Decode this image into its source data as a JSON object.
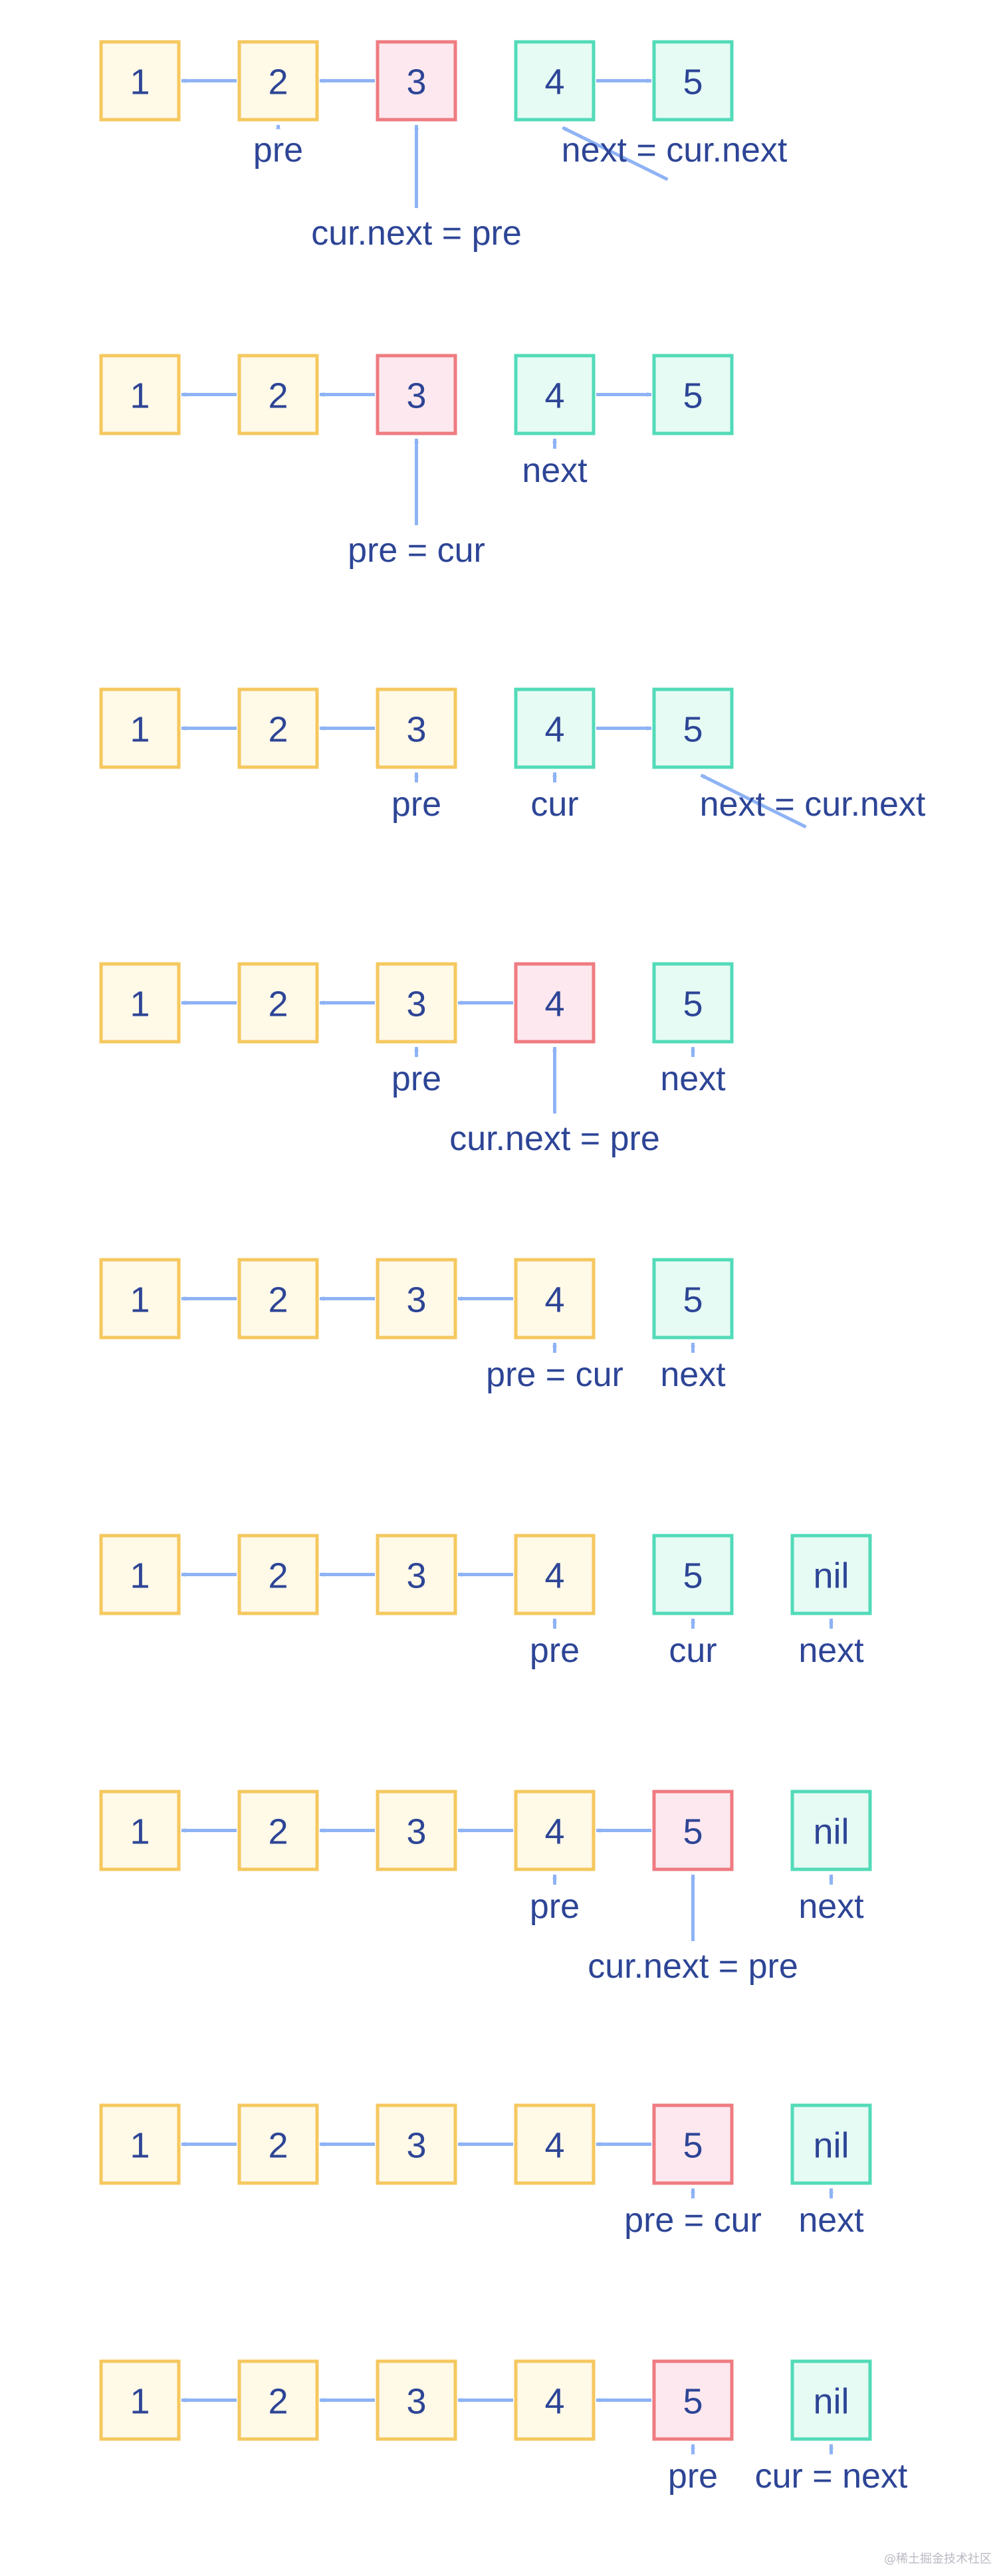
{
  "colors": {
    "arrow": "#8eb3f5",
    "text": "#2d4596",
    "normal": {
      "fill": "#fff9e8",
      "stroke": "#f5c85f"
    },
    "current": {
      "fill": "#fde8ef",
      "stroke": "#ee7b80"
    },
    "ahead": {
      "fill": "#e6fbf4",
      "stroke": "#52dbb8"
    }
  },
  "watermark": "@稀土掘金技术社区",
  "steps": [
    {
      "nodes": [
        {
          "label": "1",
          "kind": "normal"
        },
        {
          "label": "2",
          "kind": "normal"
        },
        {
          "label": "3",
          "kind": "current"
        },
        {
          "label": "4",
          "kind": "ahead"
        },
        {
          "label": "5",
          "kind": "ahead"
        }
      ],
      "links": [
        {
          "from": 1,
          "to": 0
        },
        {
          "from": 2,
          "to": 1
        },
        {
          "from": 3,
          "to": 4
        }
      ],
      "labels": [
        {
          "text": "pre",
          "node": 1
        },
        {
          "text": "cur.next = pre",
          "node": 2,
          "low": true
        },
        {
          "text": "next = cur.next",
          "node": 3,
          "slant": true
        }
      ]
    },
    {
      "nodes": [
        {
          "label": "1",
          "kind": "normal"
        },
        {
          "label": "2",
          "kind": "normal"
        },
        {
          "label": "3",
          "kind": "current"
        },
        {
          "label": "4",
          "kind": "ahead"
        },
        {
          "label": "5",
          "kind": "ahead"
        }
      ],
      "links": [
        {
          "from": 1,
          "to": 0
        },
        {
          "from": 2,
          "to": 1
        },
        {
          "from": 3,
          "to": 4
        }
      ],
      "labels": [
        {
          "text": "next",
          "node": 3
        },
        {
          "text": "pre = cur",
          "node": 2,
          "low": true
        }
      ]
    },
    {
      "nodes": [
        {
          "label": "1",
          "kind": "normal"
        },
        {
          "label": "2",
          "kind": "normal"
        },
        {
          "label": "3",
          "kind": "normal"
        },
        {
          "label": "4",
          "kind": "ahead"
        },
        {
          "label": "5",
          "kind": "ahead"
        }
      ],
      "links": [
        {
          "from": 1,
          "to": 0
        },
        {
          "from": 2,
          "to": 1
        },
        {
          "from": 3,
          "to": 4
        }
      ],
      "labels": [
        {
          "text": "pre",
          "node": 2
        },
        {
          "text": "cur",
          "node": 3
        },
        {
          "text": "next = cur.next",
          "node": 4,
          "slant": true
        }
      ]
    },
    {
      "nodes": [
        {
          "label": "1",
          "kind": "normal"
        },
        {
          "label": "2",
          "kind": "normal"
        },
        {
          "label": "3",
          "kind": "normal"
        },
        {
          "label": "4",
          "kind": "current"
        },
        {
          "label": "5",
          "kind": "ahead"
        }
      ],
      "links": [
        {
          "from": 1,
          "to": 0
        },
        {
          "from": 2,
          "to": 1
        },
        {
          "from": 3,
          "to": 2
        }
      ],
      "labels": [
        {
          "text": "pre",
          "node": 2
        },
        {
          "text": "cur.next = pre",
          "node": 3,
          "low": true
        },
        {
          "text": "next",
          "node": 4
        }
      ]
    },
    {
      "nodes": [
        {
          "label": "1",
          "kind": "normal"
        },
        {
          "label": "2",
          "kind": "normal"
        },
        {
          "label": "3",
          "kind": "normal"
        },
        {
          "label": "4",
          "kind": "normal"
        },
        {
          "label": "5",
          "kind": "ahead"
        }
      ],
      "links": [
        {
          "from": 1,
          "to": 0
        },
        {
          "from": 2,
          "to": 1
        },
        {
          "from": 3,
          "to": 2
        }
      ],
      "labels": [
        {
          "text": "pre = cur",
          "node": 3
        },
        {
          "text": "next",
          "node": 4
        }
      ]
    },
    {
      "nodes": [
        {
          "label": "1",
          "kind": "normal"
        },
        {
          "label": "2",
          "kind": "normal"
        },
        {
          "label": "3",
          "kind": "normal"
        },
        {
          "label": "4",
          "kind": "normal"
        },
        {
          "label": "5",
          "kind": "ahead"
        },
        {
          "label": "nil",
          "kind": "ahead"
        }
      ],
      "links": [
        {
          "from": 1,
          "to": 0
        },
        {
          "from": 2,
          "to": 1
        },
        {
          "from": 3,
          "to": 2
        }
      ],
      "labels": [
        {
          "text": "pre",
          "node": 3
        },
        {
          "text": "cur",
          "node": 4
        },
        {
          "text": "next",
          "node": 5
        }
      ]
    },
    {
      "nodes": [
        {
          "label": "1",
          "kind": "normal"
        },
        {
          "label": "2",
          "kind": "normal"
        },
        {
          "label": "3",
          "kind": "normal"
        },
        {
          "label": "4",
          "kind": "normal"
        },
        {
          "label": "5",
          "kind": "current"
        },
        {
          "label": "nil",
          "kind": "ahead"
        }
      ],
      "links": [
        {
          "from": 1,
          "to": 0
        },
        {
          "from": 2,
          "to": 1
        },
        {
          "from": 3,
          "to": 2
        },
        {
          "from": 4,
          "to": 3
        }
      ],
      "labels": [
        {
          "text": "pre",
          "node": 3
        },
        {
          "text": "cur.next = pre",
          "node": 4,
          "low": true
        },
        {
          "text": "next",
          "node": 5
        }
      ]
    },
    {
      "nodes": [
        {
          "label": "1",
          "kind": "normal"
        },
        {
          "label": "2",
          "kind": "normal"
        },
        {
          "label": "3",
          "kind": "normal"
        },
        {
          "label": "4",
          "kind": "normal"
        },
        {
          "label": "5",
          "kind": "current"
        },
        {
          "label": "nil",
          "kind": "ahead"
        }
      ],
      "links": [
        {
          "from": 1,
          "to": 0
        },
        {
          "from": 2,
          "to": 1
        },
        {
          "from": 3,
          "to": 2
        },
        {
          "from": 4,
          "to": 3
        }
      ],
      "labels": [
        {
          "text": "pre = cur",
          "node": 4
        },
        {
          "text": "next",
          "node": 5
        }
      ]
    },
    {
      "nodes": [
        {
          "label": "1",
          "kind": "normal"
        },
        {
          "label": "2",
          "kind": "normal"
        },
        {
          "label": "3",
          "kind": "normal"
        },
        {
          "label": "4",
          "kind": "normal"
        },
        {
          "label": "5",
          "kind": "current"
        },
        {
          "label": "nil",
          "kind": "ahead"
        }
      ],
      "links": [
        {
          "from": 1,
          "to": 0
        },
        {
          "from": 2,
          "to": 1
        },
        {
          "from": 3,
          "to": 2
        },
        {
          "from": 4,
          "to": 3
        }
      ],
      "labels": [
        {
          "text": "pre",
          "node": 4
        },
        {
          "text": "cur = next",
          "node": 5
        }
      ]
    }
  ]
}
